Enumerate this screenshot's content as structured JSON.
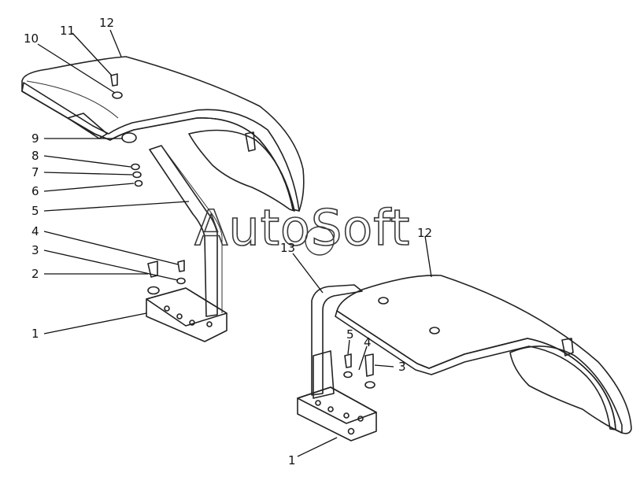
{
  "diagram": {
    "watermark": "AutoSoft",
    "callouts": [
      {
        "id": "c12a",
        "text": "12"
      },
      {
        "id": "c11",
        "text": "11"
      },
      {
        "id": "c10",
        "text": "10"
      },
      {
        "id": "c9",
        "text": "9"
      },
      {
        "id": "c8",
        "text": "8"
      },
      {
        "id": "c7",
        "text": "7"
      },
      {
        "id": "c6",
        "text": "6"
      },
      {
        "id": "c5a",
        "text": "5"
      },
      {
        "id": "c4a",
        "text": "4"
      },
      {
        "id": "c3a",
        "text": "3"
      },
      {
        "id": "c2",
        "text": "2"
      },
      {
        "id": "c1a",
        "text": "1"
      },
      {
        "id": "c13",
        "text": "13"
      },
      {
        "id": "c12b",
        "text": "12"
      },
      {
        "id": "c5b",
        "text": "5"
      },
      {
        "id": "c4b",
        "text": "4"
      },
      {
        "id": "c3b",
        "text": "3"
      },
      {
        "id": "c1b",
        "text": "1"
      }
    ]
  }
}
